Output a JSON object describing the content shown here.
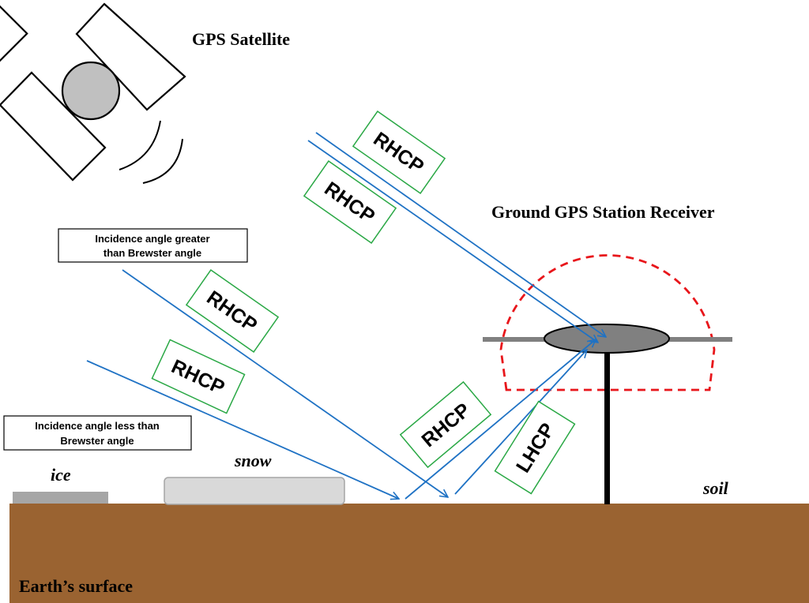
{
  "labels": {
    "satellite": "GPS Satellite",
    "receiver": "Ground GPS Station Receiver",
    "surface": "Earth’s surface",
    "ice": "ice",
    "snow": "snow",
    "soil": "soil"
  },
  "notes": {
    "greater_line1": "Incidence angle greater",
    "greater_line2": "than Brewster angle",
    "less_line1": "Incidence angle less than",
    "less_line2": "Brewster angle"
  },
  "polarizations": {
    "direct_upper": "RHCP",
    "direct_lower": "RHCP",
    "incident_upper": "RHCP",
    "incident_lower": "RHCP",
    "reflected_rhcp": "RHCP",
    "reflected_lhcp": "LHCP"
  },
  "colors": {
    "ray": "#1f72c4",
    "tag_border": "#2aa845",
    "pattern": "#e8161b",
    "ground": "#9a6331",
    "antenna": "#808080",
    "snow": "#d9d9d9",
    "ice": "#a6a6a6"
  }
}
